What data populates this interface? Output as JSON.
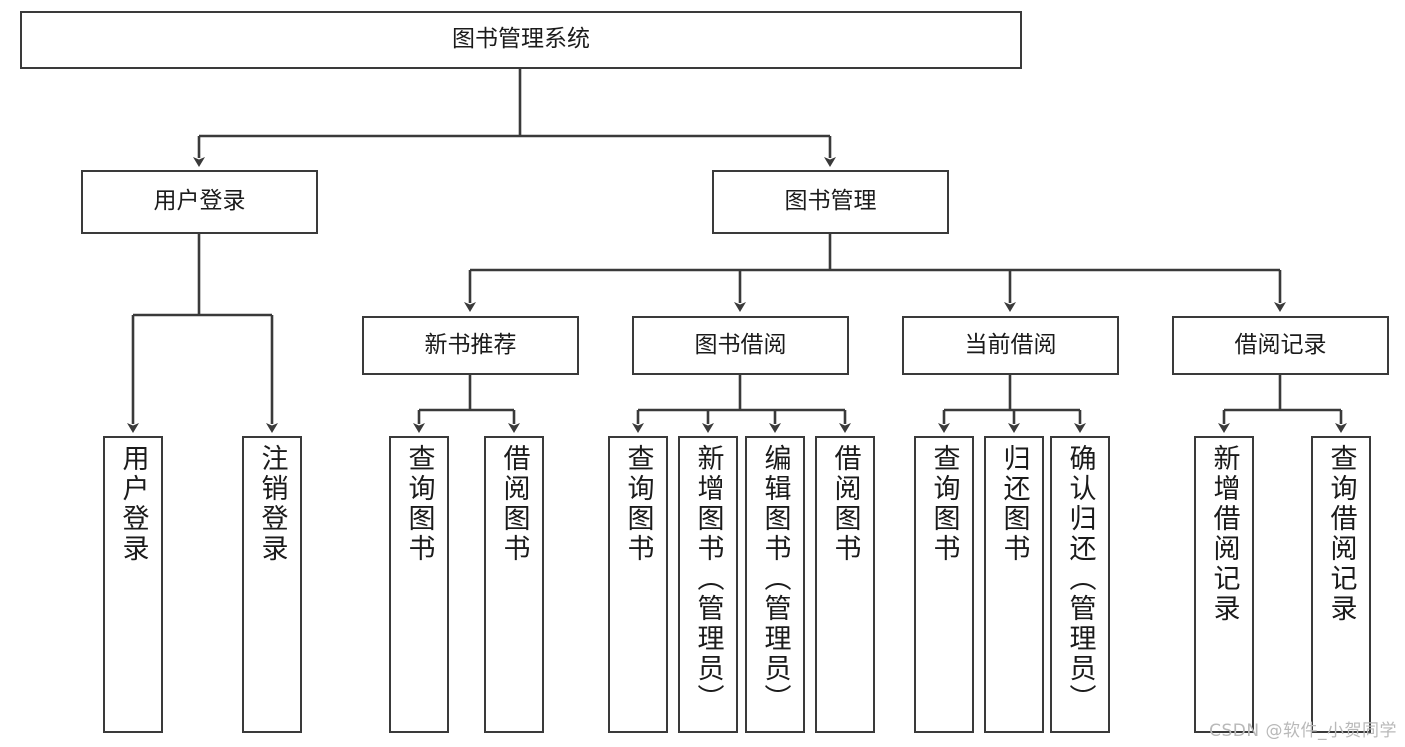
{
  "diagram": {
    "title": "图书管理系统",
    "type": "tree-hierarchy-chart",
    "watermark": "CSDN @软件_小贺同学",
    "colors": {
      "box_border": "#3a3a3a",
      "box_fill": "#ffffff",
      "edge": "#3a3a3a",
      "text": "#1b1b1b",
      "watermark": "#b9b9b9"
    },
    "nodes": {
      "root": {
        "label": "图书管理系统",
        "orientation": "horizontal"
      },
      "level2": [
        {
          "id": "user-login",
          "label": "用户登录",
          "orientation": "horizontal"
        },
        {
          "id": "book-management",
          "label": "图书管理",
          "orientation": "horizontal"
        }
      ],
      "level3": [
        {
          "id": "new-book-recommend",
          "label": "新书推荐",
          "orientation": "horizontal"
        },
        {
          "id": "book-borrow",
          "label": "图书借阅",
          "orientation": "horizontal"
        },
        {
          "id": "current-borrow",
          "label": "当前借阅",
          "orientation": "horizontal"
        },
        {
          "id": "borrow-record",
          "label": "借阅记录",
          "orientation": "horizontal"
        }
      ],
      "leaves": {
        "user-login": [
          {
            "id": "leaf-user-login",
            "label": "用户登录",
            "orientation": "vertical"
          },
          {
            "id": "leaf-logout-login",
            "label": "注销登录",
            "orientation": "vertical"
          }
        ],
        "new-book-recommend": [
          {
            "id": "leaf-query-book-1",
            "label": "查询图书",
            "orientation": "vertical"
          },
          {
            "id": "leaf-borrow-book-1",
            "label": "借阅图书",
            "orientation": "vertical"
          }
        ],
        "book-borrow": [
          {
            "id": "leaf-query-book-2",
            "label": "查询图书",
            "orientation": "vertical"
          },
          {
            "id": "leaf-add-book",
            "label": "新增图书（管理员）",
            "orientation": "vertical"
          },
          {
            "id": "leaf-edit-book",
            "label": "编辑图书（管理员）",
            "orientation": "vertical"
          },
          {
            "id": "leaf-borrow-book-2",
            "label": "借阅图书",
            "orientation": "vertical"
          }
        ],
        "current-borrow": [
          {
            "id": "leaf-query-book-3",
            "label": "查询图书",
            "orientation": "vertical"
          },
          {
            "id": "leaf-return-book",
            "label": "归还图书",
            "orientation": "vertical"
          },
          {
            "id": "leaf-confirm-return",
            "label": "确认归还（管理员）",
            "orientation": "vertical"
          }
        ],
        "borrow-record": [
          {
            "id": "leaf-add-record",
            "label": "新增借阅记录",
            "orientation": "vertical"
          },
          {
            "id": "leaf-query-record",
            "label": "查询借阅记录",
            "orientation": "vertical"
          }
        ]
      }
    }
  }
}
